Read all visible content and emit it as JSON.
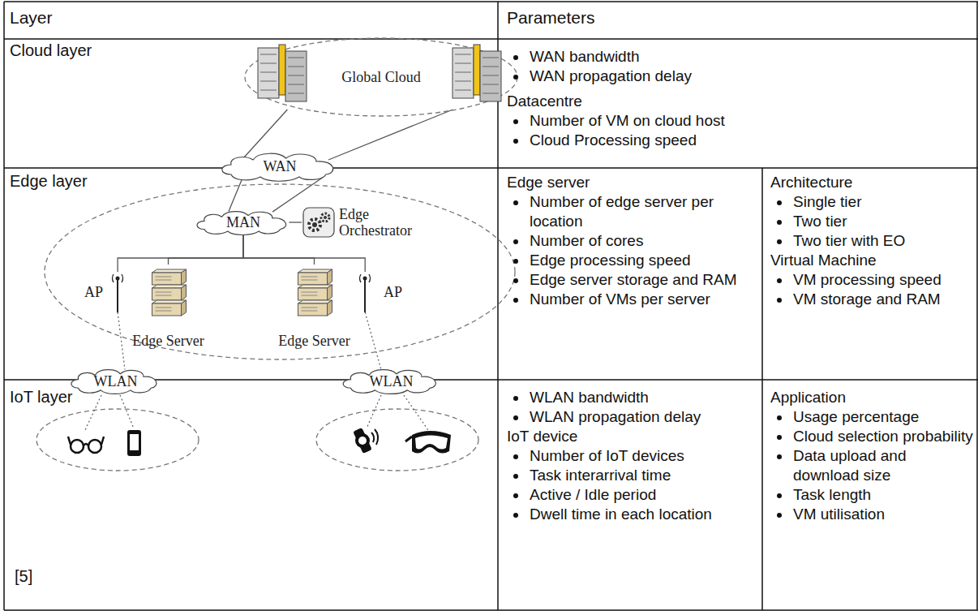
{
  "diagram": {
    "nodes": [
      {
        "text": [
          "Global Cloud"
        ]
      },
      {
        "text": [
          "WAN"
        ]
      },
      {
        "text": [
          "MAN"
        ]
      },
      {
        "text": [
          "Edge Orchestrator"
        ]
      },
      {
        "text": [
          "AP"
        ]
      },
      {
        "text": [
          "Edge Server"
        ]
      },
      {
        "text": [
          "Edge Server"
        ]
      },
      {
        "text": [
          "AP"
        ]
      },
      {
        "text": [
          "WLAN"
        ]
      },
      {
        "text": [
          "WLAN"
        ]
      }
    ],
    "edges": [
      {
        "from": 0,
        "to": 1,
        "arrow": "none"
      },
      {
        "from": 0,
        "to": 1,
        "arrow": "none"
      },
      {
        "from": 1,
        "to": 2,
        "arrow": "none"
      },
      {
        "from": 1,
        "to": 2,
        "arrow": "none"
      },
      {
        "from": 2,
        "to": 3,
        "arrow": "none"
      },
      {
        "from": 2,
        "to": 4,
        "arrow": "none"
      },
      {
        "from": 2,
        "to": 5,
        "arrow": "none"
      },
      {
        "from": 2,
        "to": 6,
        "arrow": "none"
      },
      {
        "from": 2,
        "to": 7,
        "arrow": "none"
      },
      {
        "from": 4,
        "to": 8,
        "arrow": "none"
      },
      {
        "from": 7,
        "to": 9,
        "arrow": "none"
      }
    ],
    "labels": [
      "Layer",
      "Parameters",
      "Cloud layer",
      "WAN bandwidth",
      "WAN propagation delay",
      "Datacentre",
      "Number of VM on cloud host",
      "Cloud Processing speed",
      "Edge layer",
      "Edge server",
      "Number of edge server per location",
      "Number of cores",
      "Edge processing speed",
      "Edge server storage and RAM",
      "Number of VMs per server",
      "Architecture",
      "Single tier",
      "Two tier",
      "Two tier with EO",
      "Virtual Machine",
      "VM processing speed",
      "VM storage and RAM",
      "IoT layer",
      "WLAN bandwidth",
      "WLAN propagation delay",
      "IoT device",
      "Number of IoT devices",
      "Task interarrival time",
      "Active / Idle period",
      "Dwell time in each location",
      "Application",
      "Usage percentage",
      "Cloud selection probability",
      "Data upload and download size",
      "Task length",
      "VM utilisation",
      "[5]"
    ]
  }
}
